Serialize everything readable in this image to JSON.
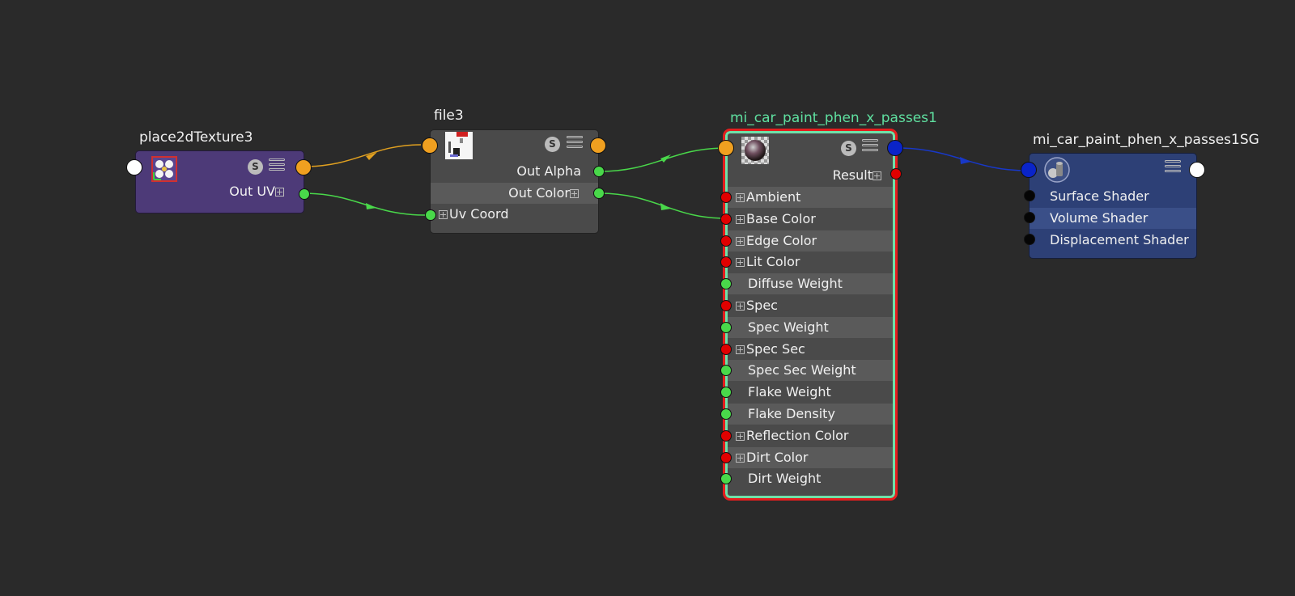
{
  "nodes": {
    "place2d": {
      "title": "place2dTexture3",
      "out_uv": "Out UV",
      "icon": "place2d-texture-icon"
    },
    "file": {
      "title": "file3",
      "out_alpha": "Out Alpha",
      "out_color": "Out Color",
      "uv_coord": "Uv Coord",
      "icon": "file-texture-icon"
    },
    "shader": {
      "title": "mi_car_paint_phen_x_passes1",
      "result": "Result",
      "icon": "shader-ball-icon",
      "attributes": [
        {
          "label": "Ambient",
          "port": "red",
          "expandable": true
        },
        {
          "label": "Base Color",
          "port": "red",
          "expandable": true
        },
        {
          "label": "Edge Color",
          "port": "red",
          "expandable": true
        },
        {
          "label": "Lit Color",
          "port": "red",
          "expandable": true
        },
        {
          "label": "Diffuse Weight",
          "port": "green",
          "expandable": false
        },
        {
          "label": "Spec",
          "port": "red",
          "expandable": true
        },
        {
          "label": "Spec Weight",
          "port": "green",
          "expandable": false
        },
        {
          "label": "Spec Sec",
          "port": "red",
          "expandable": true
        },
        {
          "label": "Spec Sec Weight",
          "port": "green",
          "expandable": false
        },
        {
          "label": "Flake Weight",
          "port": "green",
          "expandable": false
        },
        {
          "label": "Flake Density",
          "port": "green",
          "expandable": false
        },
        {
          "label": "Reflection Color",
          "port": "red",
          "expandable": true
        },
        {
          "label": "Dirt Color",
          "port": "red",
          "expandable": true
        },
        {
          "label": "Dirt Weight",
          "port": "green",
          "expandable": false
        }
      ]
    },
    "sg": {
      "title": "mi_car_paint_phen_x_passes1SG",
      "icon": "shading-group-icon",
      "attributes": [
        {
          "label": "Surface Shader"
        },
        {
          "label": "Volume Shader"
        },
        {
          "label": "Displacement Shader"
        }
      ]
    }
  },
  "badges": {
    "s_label": "S"
  },
  "colors": {
    "background": "#2a2a2a",
    "wire_orange": "#e0a020",
    "wire_green": "#49d84a",
    "wire_blue": "#1838c8",
    "selected_title": "#5fe0a0",
    "selected_outline": "#e41e1e"
  }
}
